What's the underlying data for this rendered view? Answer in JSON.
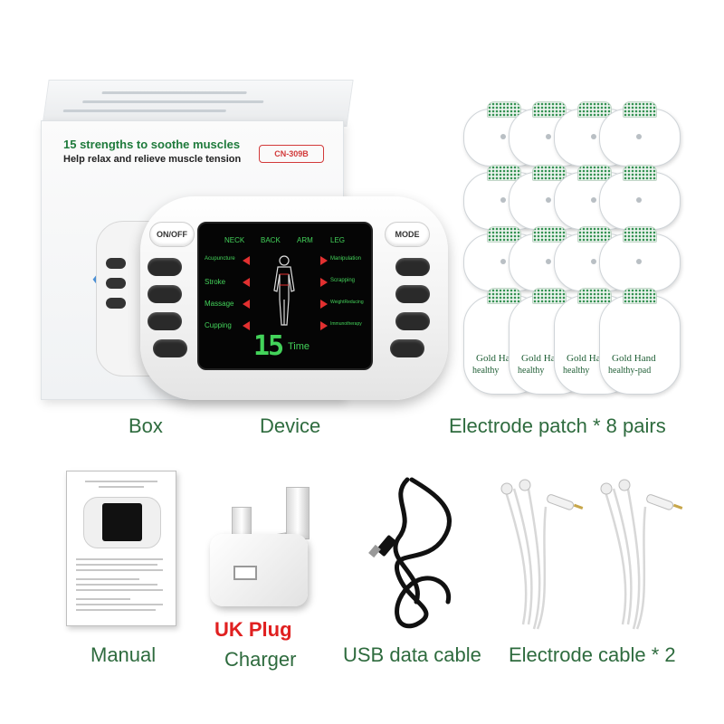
{
  "box": {
    "headline": "15 strengths to soothe muscles",
    "subline": "Help relax and relieve muscle tension",
    "model": "CN-309B"
  },
  "device": {
    "on_off": "ON/OFF",
    "mode": "MODE",
    "body_parts": [
      "NECK",
      "BACK",
      "ARM",
      "LEG"
    ],
    "left_modes": [
      "Acupuncture",
      "Stroke",
      "Massage",
      "Cupping"
    ],
    "right_modes": [
      "Manipulation",
      "Scrapping",
      "WeightReducing",
      "Immunotherapy"
    ],
    "digits": "15",
    "time_label": "Time"
  },
  "pads": {
    "brand": "Gold Hand",
    "subtitle": "healthy-pad",
    "brand_partial_1": "Gold Han",
    "subtitle_partial_1": "healthy",
    "brand_partial_2": "Gold Ha",
    "subtitle_partial_2": "healthy"
  },
  "labels": {
    "box": "Box",
    "device": "Device",
    "pads": "Electrode patch * 8 pairs",
    "manual": "Manual",
    "uk_plug": "UK Plug",
    "charger": "Charger",
    "usb": "USB data cable",
    "electrode_cable": "Electrode cable * 2"
  },
  "colors": {
    "label_green": "#2e6b3e",
    "uk_red": "#e02020",
    "screen_green": "#43d35a",
    "arrow_red": "#e23030"
  }
}
